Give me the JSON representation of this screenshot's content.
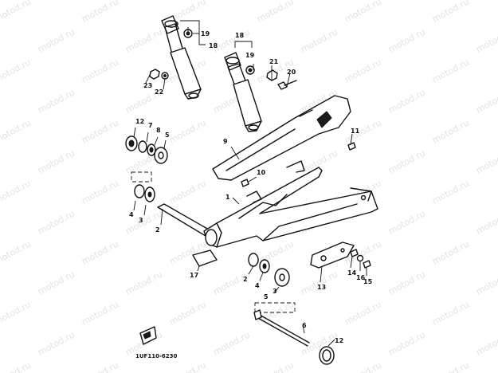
{
  "watermark": "motod.ru",
  "figure_code": "1UF110-6230",
  "callouts": {
    "c1": "1",
    "c2a": "2",
    "c2b": "2",
    "c3a": "3",
    "c3b": "3",
    "c4a": "4",
    "c4b": "4",
    "c5a": "5",
    "c5b": "5",
    "c6": "6",
    "c7": "7",
    "c8": "8",
    "c9": "9",
    "c10": "10",
    "c11": "11",
    "c12a": "12",
    "c12b": "12",
    "c13": "13",
    "c14": "14",
    "c15": "15",
    "c16": "16",
    "c17": "17",
    "c18a": "18",
    "c18b": "18",
    "c19a": "19",
    "c19b": "19",
    "c20": "20",
    "c21": "21",
    "c22": "22",
    "c23": "23"
  }
}
